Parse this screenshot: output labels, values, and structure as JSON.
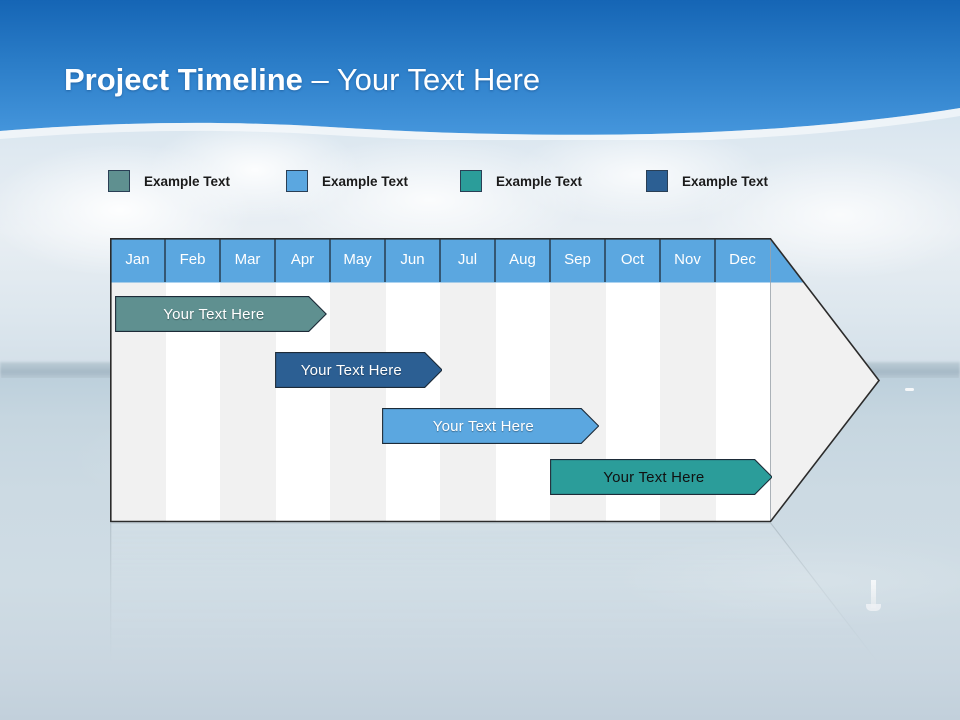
{
  "slide": {
    "title_strong": "Project Timeline",
    "title_light": " – Your Text Here"
  },
  "colors": {
    "banner_blue_top": "#1f6fc0",
    "banner_blue_bottom": "#3f92d8",
    "header_cell_blue": "#5ba7e0",
    "chart_body_gray": "#f1f1f1",
    "chart_stripe_white": "#ffffff",
    "chart_outline": "#2b2b2b",
    "series_1": "#5f9090",
    "series_2": "#5ba7e0",
    "series_3": "#2b9d9a",
    "series_4": "#2c5f93"
  },
  "legend": {
    "items": [
      {
        "label": "Example Text",
        "color": "#5f9090",
        "x": 0
      },
      {
        "label": "Example Text",
        "color": "#5ba7e0",
        "x": 178
      },
      {
        "label": "Example Text",
        "color": "#2b9d9a",
        "x": 352
      },
      {
        "label": "Example Text",
        "color": "#2c5f93",
        "x": 538
      }
    ]
  },
  "chart_data": {
    "type": "bar",
    "title": "Project Timeline – Your Text Here",
    "xlabel": "",
    "ylabel": "",
    "grid": false,
    "legend_position": "top",
    "categories": [
      "Jan",
      "Feb",
      "Mar",
      "Apr",
      "May",
      "Jun",
      "Jul",
      "Aug",
      "Sep",
      "Oct",
      "Nov",
      "Dec"
    ],
    "series": [
      {
        "name": "Example Text",
        "label": "Your  Text Here",
        "color": "#5f9090",
        "text_color": "light",
        "start_month": "Jan",
        "end_month": "Apr",
        "start_index": 0,
        "end_index": 3.85,
        "row": 1
      },
      {
        "name": "Example Text",
        "label": "Your  Text Here",
        "color": "#2c5f93",
        "text_color": "light",
        "start_month": "Apr",
        "end_month": "Jun",
        "start_index": 2.9,
        "end_index": 5.95,
        "row": 2
      },
      {
        "name": "Example Text",
        "label": "Your  Text Here",
        "color": "#5ba7e0",
        "text_color": "light",
        "start_month": "Jun",
        "end_month": "Sep",
        "start_index": 4.85,
        "end_index": 8.8,
        "row": 3
      },
      {
        "name": "Example Text",
        "label": "Your  Text Here",
        "color": "#2b9d9a",
        "text_color": "dark",
        "start_month": "Sep",
        "end_month": "Dec",
        "start_index": 7.9,
        "end_index": 11.95,
        "row": 4
      }
    ]
  }
}
